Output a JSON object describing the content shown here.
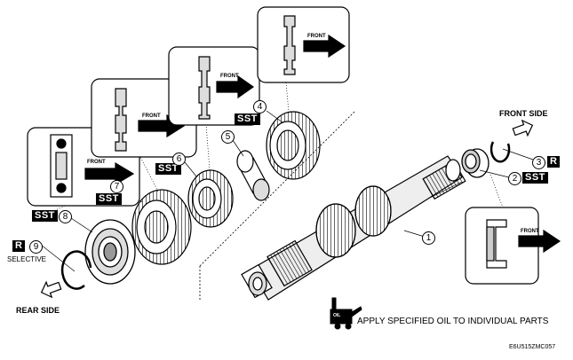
{
  "labels": {
    "front_side": "FRONT SIDE",
    "rear_side": "REAR SIDE",
    "selective": "SELECTIVE",
    "front": "FRONT",
    "oil_note": "APPLY SPECIFIED OIL TO INDIVIDUAL PARTS",
    "oil_icon_text": "OIL",
    "figure_code": "E6U515ZMC057"
  },
  "tags": {
    "sst": "SST",
    "r": "R"
  },
  "parts": [
    "1",
    "2",
    "3",
    "4",
    "5",
    "6",
    "7",
    "8",
    "9"
  ]
}
